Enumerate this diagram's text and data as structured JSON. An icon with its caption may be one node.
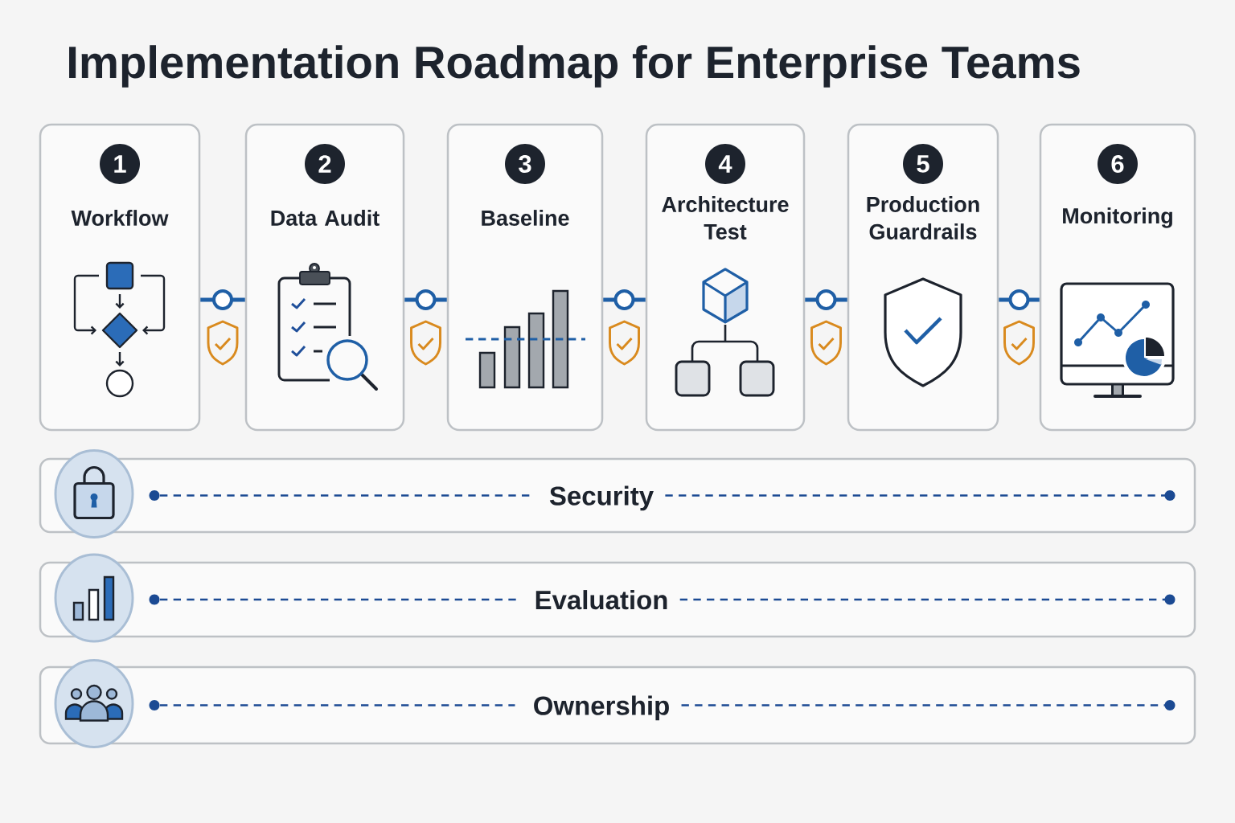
{
  "diagram": {
    "title": "Implementation Roadmap for Enterprise Teams",
    "nodes": [
      {
        "text": [
          "1",
          "Workflow"
        ]
      },
      {
        "text": [
          "2",
          "Data Audit"
        ]
      },
      {
        "text": [
          "3",
          "Baseline"
        ]
      },
      {
        "text": [
          "4",
          "Architecture Test"
        ]
      },
      {
        "text": [
          "5",
          "Production Guardrails"
        ]
      },
      {
        "text": [
          "6",
          "Monitoring"
        ]
      },
      {
        "text": [
          "Security"
        ]
      },
      {
        "text": [
          "Evaluation"
        ]
      },
      {
        "text": [
          "Ownership"
        ]
      }
    ],
    "edges": [
      {
        "from": 0,
        "to": 1,
        "arrow": "none"
      },
      {
        "from": 1,
        "to": 2,
        "arrow": "none"
      },
      {
        "from": 2,
        "to": 3,
        "arrow": "none"
      },
      {
        "from": 3,
        "to": 4,
        "arrow": "none"
      },
      {
        "from": 4,
        "to": 5,
        "arrow": "none"
      }
    ]
  }
}
